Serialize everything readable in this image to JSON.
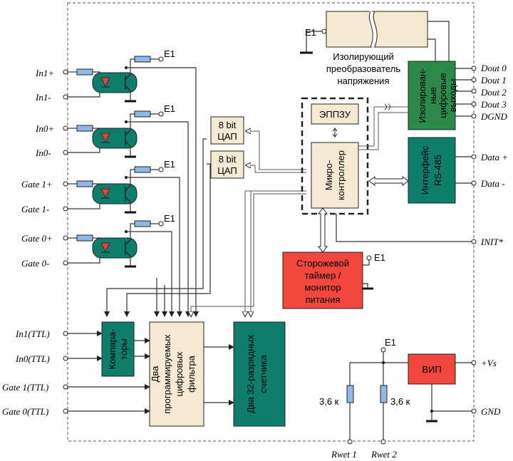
{
  "colors": {
    "green": "#0e7e6c",
    "beige": "#f4ead2",
    "red": "#f2473f",
    "resistor": "#8fb8e6",
    "led": "#e0443a"
  },
  "inputs": {
    "in1_plus": "In1+",
    "in1_minus": "In1-",
    "in0_plus": "In0+",
    "in0_minus": "In0-",
    "gate1_plus": "Gate 1+",
    "gate1_minus": "Gate 1-",
    "gate0_plus": "Gate 0+",
    "gate0_minus": "Gate 0-",
    "in1_ttl": "In1(TTL)",
    "in0_ttl": "In0(TTL)",
    "gate1_ttl": "Gate 1(TTL)",
    "gate0_ttl": "Gate 0(TTL)"
  },
  "e1": "E1",
  "blocks": {
    "dac": [
      "8 bit",
      "ЦАП"
    ],
    "eeprom": "ЭППЗУ",
    "mcu": [
      "Микро-",
      "контроллер"
    ],
    "converter": [
      "Изолирующий",
      "преобразователь",
      "напряжения"
    ],
    "iso_out": [
      "Изолирован-",
      "ные",
      "цифровые",
      "выходы"
    ],
    "rs485": [
      "Интерфейс",
      "RS-485"
    ],
    "watchdog": [
      "Сторожевой",
      "таймер /",
      "монитор",
      "питания"
    ],
    "comparators": [
      "Компара-",
      "торы"
    ],
    "filters": [
      "Два",
      "программируемых",
      "цифровых",
      "фильтра"
    ],
    "counters": [
      "Два 32-разрядных",
      "счетчика"
    ],
    "psu": "ВИП"
  },
  "outputs": {
    "dout0": "Dout 0",
    "dout1": "Dout 1",
    "dout2": "Dout 2",
    "dout3": "Dout 3",
    "dgnd": "DGND",
    "data_plus": "Data +",
    "data_minus": "Data -",
    "init": "INIT*",
    "vs": "+Vs",
    "gnd": "GND"
  },
  "resistors": {
    "r1": "3,6 к",
    "r2": "3,6 к",
    "rwet1": "Rwet 1",
    "rwet2": "Rwet 2"
  }
}
